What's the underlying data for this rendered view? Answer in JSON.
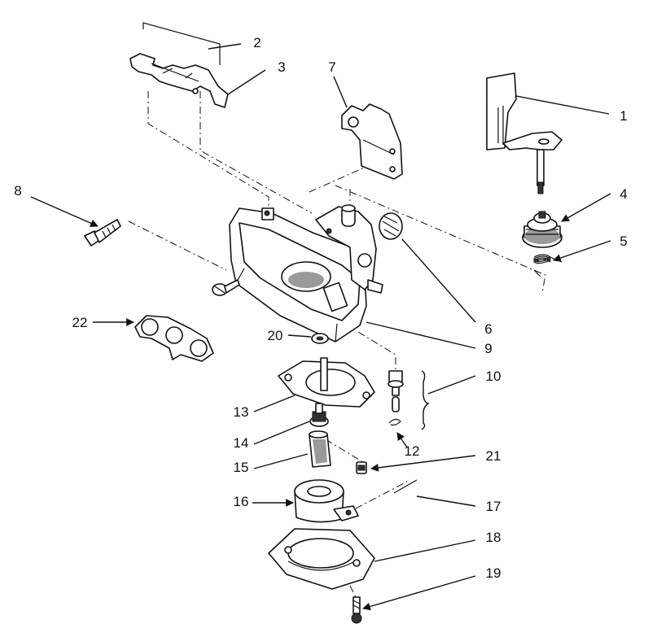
{
  "callouts": [
    {
      "id": "1",
      "text": "1"
    },
    {
      "id": "2",
      "text": "2"
    },
    {
      "id": "3",
      "text": "3"
    },
    {
      "id": "4",
      "text": "4"
    },
    {
      "id": "5",
      "text": "5"
    },
    {
      "id": "6",
      "text": "6"
    },
    {
      "id": "7",
      "text": "7"
    },
    {
      "id": "8",
      "text": "8"
    },
    {
      "id": "9",
      "text": "9"
    },
    {
      "id": "10",
      "text": "10"
    },
    {
      "id": "12",
      "text": "12"
    },
    {
      "id": "13",
      "text": "13"
    },
    {
      "id": "14",
      "text": "14"
    },
    {
      "id": "15",
      "text": "15"
    },
    {
      "id": "16",
      "text": "16"
    },
    {
      "id": "17",
      "text": "17"
    },
    {
      "id": "18",
      "text": "18"
    },
    {
      "id": "19",
      "text": "19"
    },
    {
      "id": "20",
      "text": "20"
    },
    {
      "id": "21",
      "text": "21"
    },
    {
      "id": "22",
      "text": "22"
    }
  ]
}
